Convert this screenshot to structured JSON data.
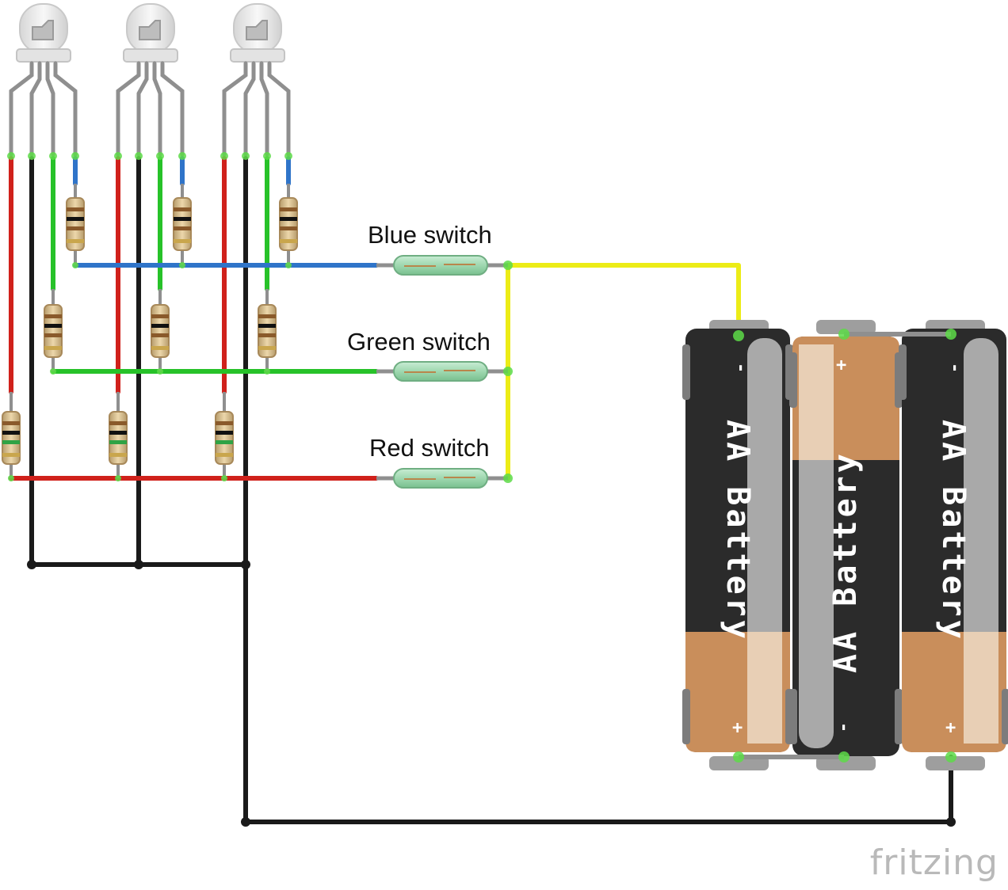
{
  "labels": {
    "blue_switch": "Blue switch",
    "green_switch": "Green switch",
    "red_switch": "Red switch"
  },
  "batteries": [
    {
      "label": "AA Battery",
      "top_terminal": "-",
      "bottom_terminal": "+"
    },
    {
      "label": "AA Battery",
      "top_terminal": "+",
      "bottom_terminal": "-"
    },
    {
      "label": "AA Battery",
      "top_terminal": "-",
      "bottom_terminal": "+"
    }
  ],
  "logo": "fritzing",
  "colors": {
    "red_wire": "#d0211b",
    "green_wire": "#27c229",
    "blue_wire": "#2f74c9",
    "black_wire": "#1a1a1a",
    "yellow_wire": "#ecec17",
    "battery_black": "#2b2b2b",
    "battery_copper": "#c98e5b"
  }
}
